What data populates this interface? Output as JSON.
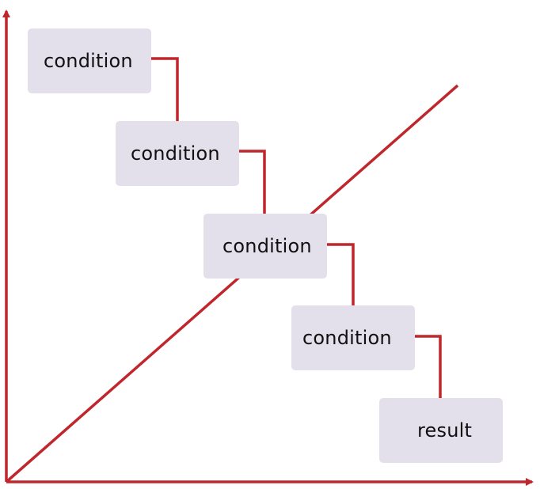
{
  "colors": {
    "line": "#c0272d",
    "box_fill": "#e3e0ec",
    "text": "#111111"
  },
  "boxes": [
    {
      "label": "condition"
    },
    {
      "label": "condition"
    },
    {
      "label": "condition"
    },
    {
      "label": "condition"
    },
    {
      "label": "result"
    }
  ]
}
